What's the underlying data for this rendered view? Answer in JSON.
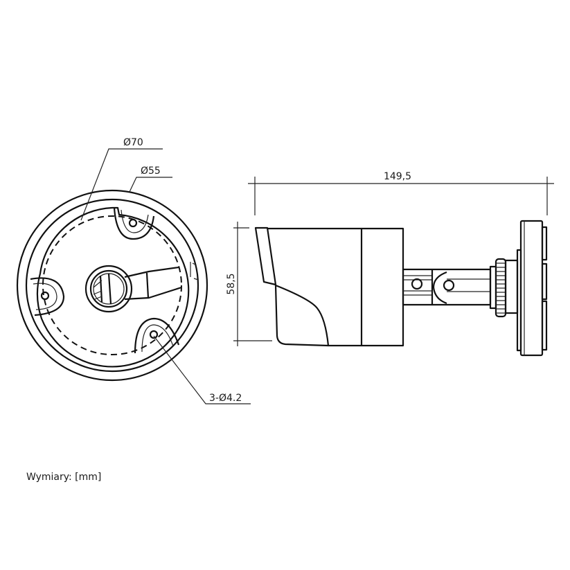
{
  "front_view": {
    "outer_diameter_label": "Ø70",
    "inner_diameter_label": "Ø55",
    "holes_label": "3-Ø4.2"
  },
  "side_view": {
    "length_label": "149,5",
    "height_label": "58,5"
  },
  "units_note": "Wymiary: [mm]",
  "colors": {
    "line": "#111111",
    "background": "#ffffff"
  }
}
